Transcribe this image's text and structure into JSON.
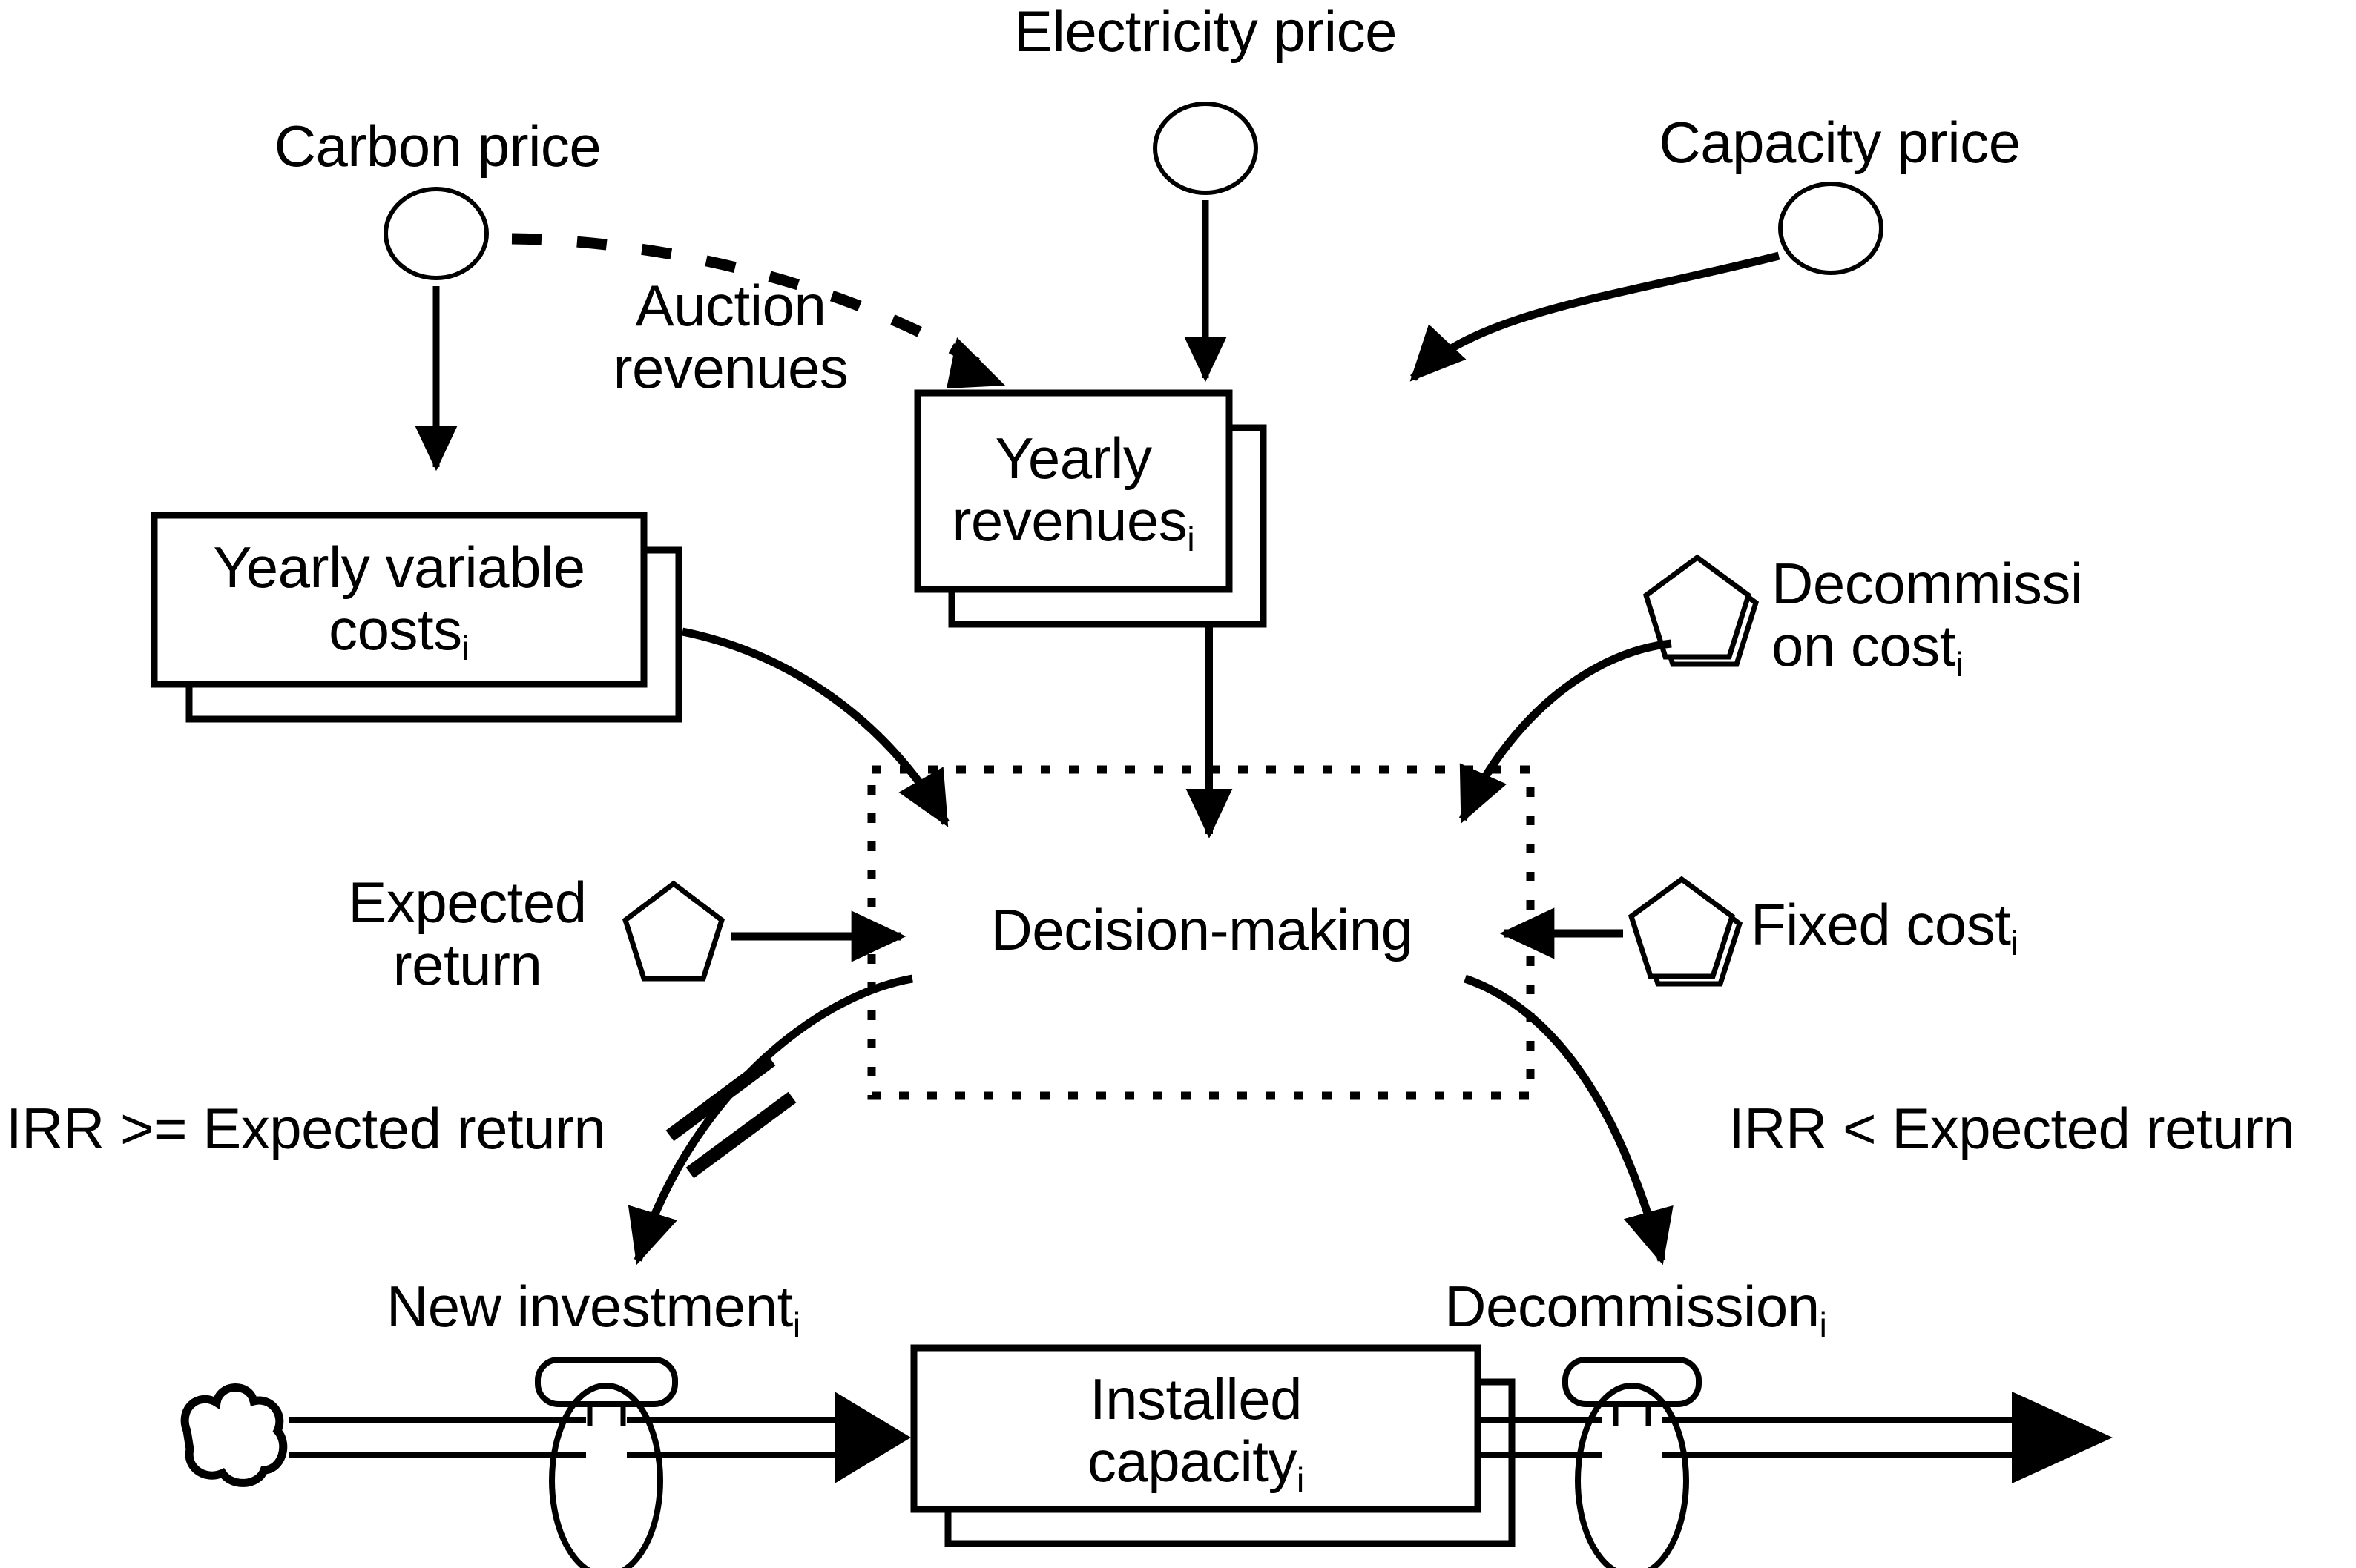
{
  "diagram": {
    "type": "system-dynamics-stock-and-flow",
    "title": "",
    "nodes": {
      "carbon_price": {
        "label": "Carbon price",
        "shape": "circle-variable"
      },
      "electricity_price": {
        "label": "Electricity price",
        "shape": "circle-variable"
      },
      "capacity_price": {
        "label": "Capacity price",
        "shape": "circle-variable"
      },
      "yearly_variable_costs": {
        "label": "Yearly variable\ncosts",
        "subscript": "i",
        "shape": "stacked-box"
      },
      "yearly_revenues": {
        "label": "Yearly\nrevenues",
        "subscript": "i",
        "shape": "stacked-box"
      },
      "decommission_cost": {
        "label": "Decommissi\non cost",
        "subscript": "i",
        "shape": "pentagon-shadow"
      },
      "fixed_cost": {
        "label": "Fixed cost",
        "subscript": "i",
        "shape": "pentagon-shadow"
      },
      "expected_return": {
        "label": "Expected\nreturn",
        "shape": "pentagon"
      },
      "decision_making": {
        "label": "Decision-making",
        "shape": "dotted-boundary"
      },
      "new_investment": {
        "label": "New investment",
        "subscript": "i",
        "shape": "valve"
      },
      "decommission": {
        "label": "Decommission",
        "subscript": "i",
        "shape": "valve"
      },
      "installed_capacity": {
        "label": "Installed\ncapacity",
        "subscript": "i",
        "shape": "stacked-box"
      },
      "source_cloud": {
        "label": "",
        "shape": "cloud"
      },
      "sink_arrow": {
        "label": "",
        "shape": "flow-arrow"
      }
    },
    "edge_labels": {
      "auction_revenues": "Auction\nrevenues",
      "irr_ge": "IRR >= Expected return",
      "irr_lt": "IRR < Expected return"
    },
    "colors": {
      "stroke": "#000000",
      "fill": "#ffffff",
      "background": "#ffffff"
    }
  }
}
